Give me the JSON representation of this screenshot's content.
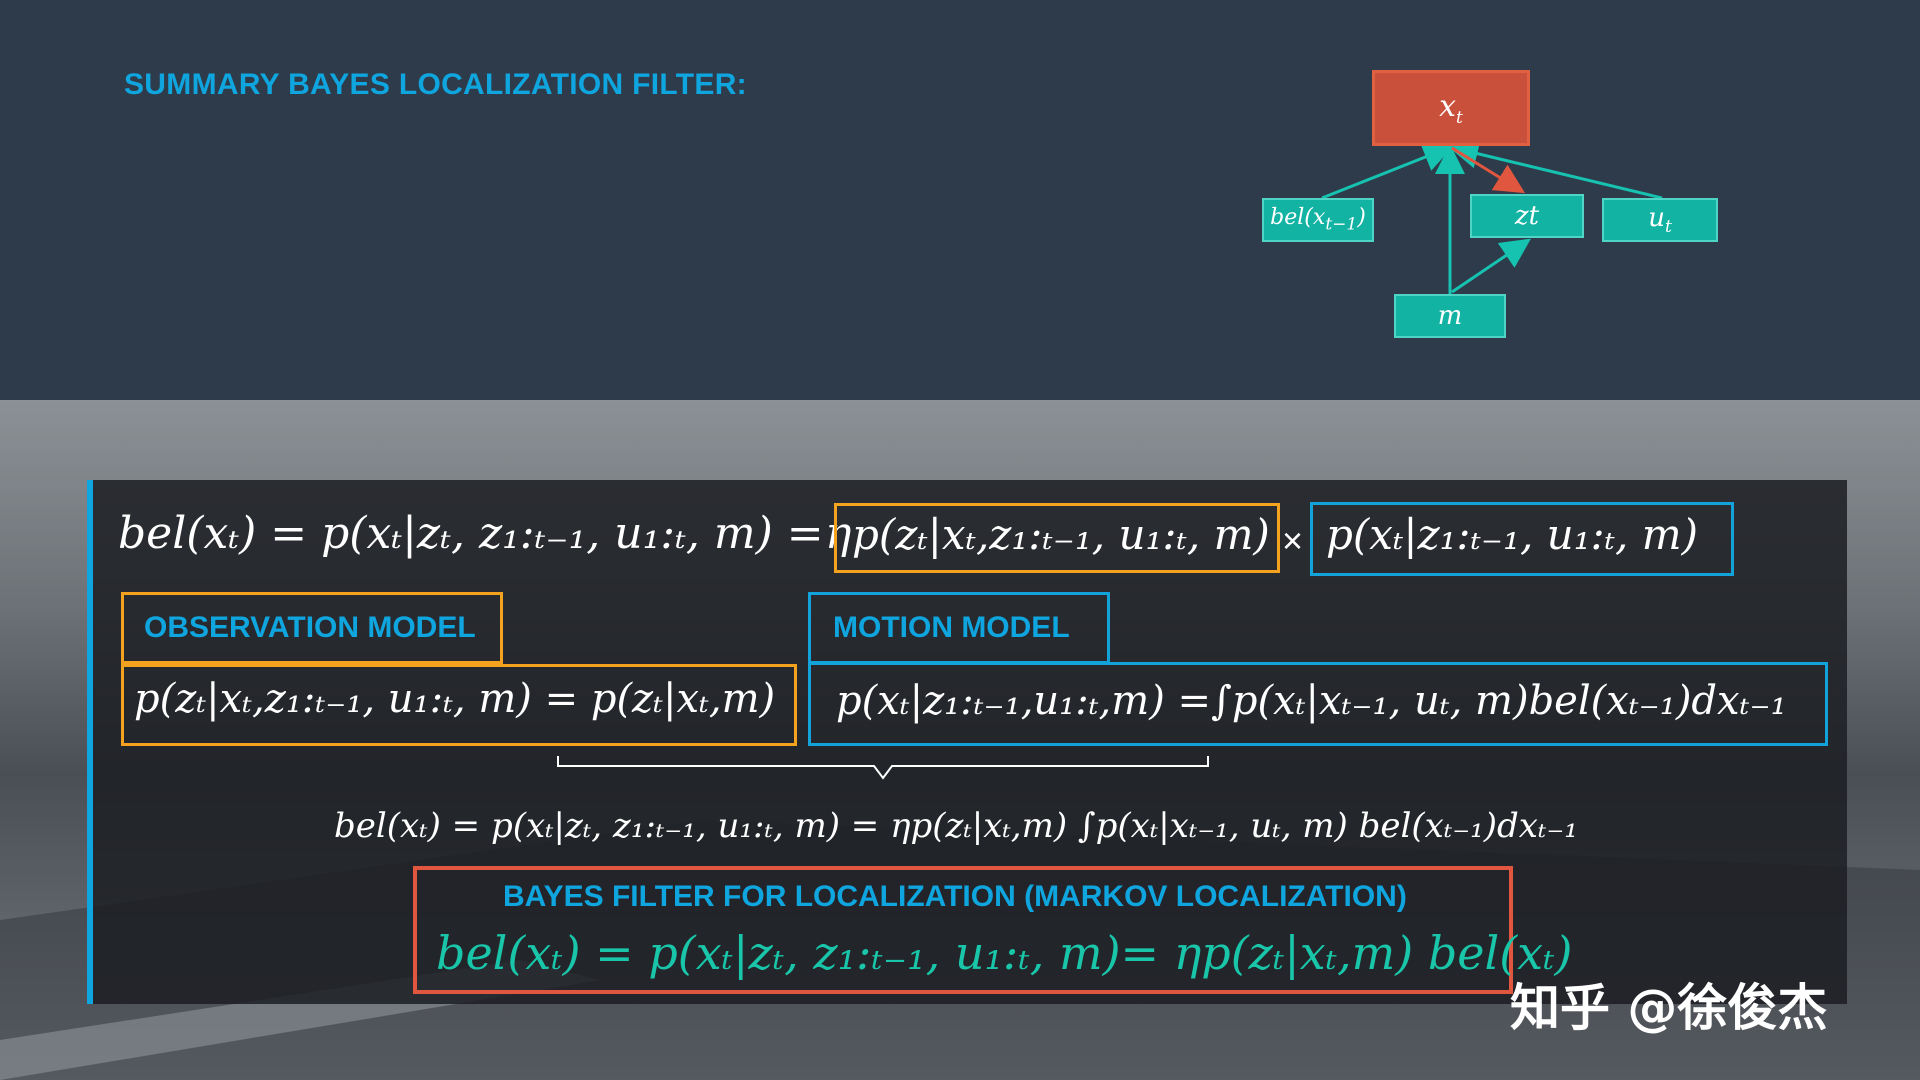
{
  "title": "SUMMARY BAYES LOCALIZATION FILTER:",
  "diagram": {
    "node_xt": "x_t",
    "node_bel": "bel(x_{t-1})",
    "node_zt": "zt",
    "node_ut": "u_t",
    "node_m": "m"
  },
  "equations": {
    "main_lhs": "bel(xₜ) = p(xₜ|zₜ, z₁:ₜ₋₁, u₁:ₜ, m) =",
    "eta": "η",
    "observation_term": "p(zₜ|xₜ,z₁:ₜ₋₁, u₁:ₜ, m)",
    "times": "×",
    "motion_term": "p(xₜ|z₁:ₜ₋₁, u₁:ₜ, m)",
    "observation_model": "p(zₜ|xₜ,z₁:ₜ₋₁, u₁:ₜ, m) = p(zₜ|xₜ,m)",
    "motion_model": "p(xₜ|z₁:ₜ₋₁,u₁:ₜ,m) =∫p(xₜ|xₜ₋₁, uₜ, m)bel(xₜ₋₁)dxₜ₋₁",
    "combined": "bel(xₜ) = p(xₜ|zₜ, z₁:ₜ₋₁, u₁:ₜ, m) = ηp(zₜ|xₜ,m) ∫p(xₜ|xₜ₋₁, uₜ, m) bel(xₜ₋₁)dxₜ₋₁",
    "bayes_filter": "bel(xₜ) = p(xₜ|zₜ, z₁:ₜ₋₁, u₁:ₜ, m)= ηp(zₜ|xₜ,m) bel(xₜ)"
  },
  "labels": {
    "observation_model": "OBSERVATION MODEL",
    "motion_model": "MOTION MODEL",
    "bayes_filter": "BAYES FILTER FOR LOCALIZATION (MARKOV LOCALIZATION)"
  },
  "watermark": "知乎 @徐俊杰",
  "colors": {
    "accent_blue": "#0fa5df",
    "orange": "#f5a21e",
    "red": "#e0563f",
    "teal": "#12b3a3",
    "panel_bg": "#2e3b4b"
  }
}
